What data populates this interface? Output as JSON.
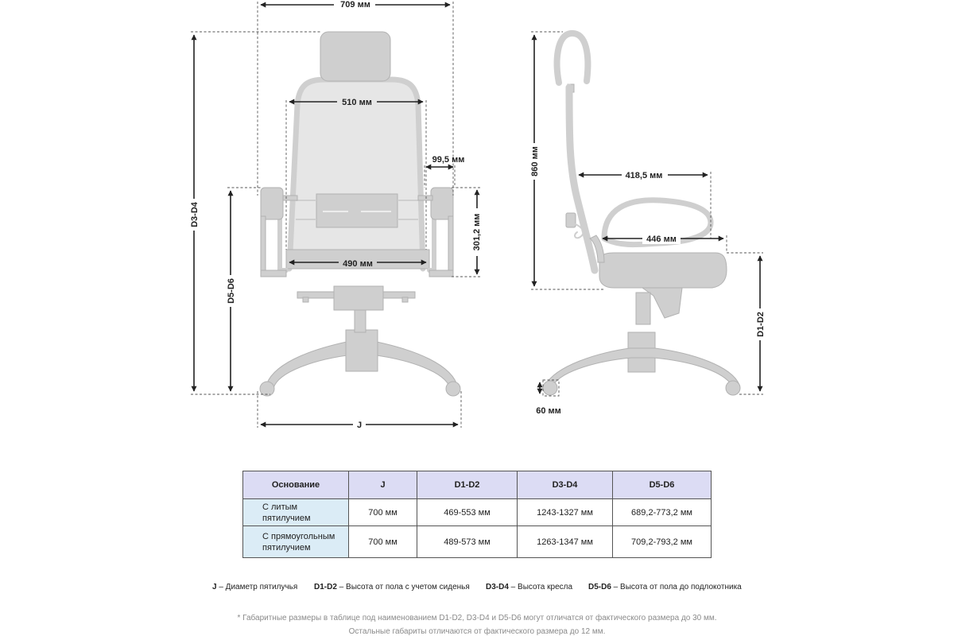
{
  "front_view": {
    "width_overall": "709 мм",
    "backrest_width": "510 мм",
    "armrest_width": "99,5 мм",
    "armrest_height": "301,2 мм",
    "seat_width": "490 мм",
    "label_d3_d4": "D3-D4",
    "label_d5_d6": "D5-D6",
    "label_j": "J"
  },
  "side_view": {
    "back_height": "860 мм",
    "seat_depth_upper": "418,5 мм",
    "seat_depth_lower": "446 мм",
    "label_d1_d2": "D1-D2",
    "caster": "60 мм"
  },
  "table": {
    "headers": [
      "Основание",
      "J",
      "D1-D2",
      "D3-D4",
      "D5-D6"
    ],
    "rows": [
      [
        "С литым пятилучием",
        "700 мм",
        "469-553 мм",
        "1243-1327 мм",
        "689,2-773,2 мм"
      ],
      [
        "С прямоугольным пятилучием",
        "700 мм",
        "489-573 мм",
        "1263-1347 мм",
        "709,2-793,2 мм"
      ]
    ]
  },
  "legend": [
    {
      "key": "J",
      "text": " – Диаметр пятилучья"
    },
    {
      "key": "D1-D2",
      "text": " – Высота от пола с учетом сиденья"
    },
    {
      "key": "D3-D4",
      "text": " – Высота кресла"
    },
    {
      "key": "D5-D6",
      "text": " – Высота от пола до подлокотника"
    }
  ],
  "notes": [
    "* Габаритные размеры в таблице под наименованием D1-D2, D3-D4 и D5-D6 могут отличатся от фактического размера до 30 мм.",
    "Остальные габариты отличаются от фактического размера до 12 мм."
  ],
  "colors": {
    "chair_gray": "#cfcfcf",
    "header_fill": "#dcdcf4",
    "first_col_fill": "#dbecf6"
  }
}
